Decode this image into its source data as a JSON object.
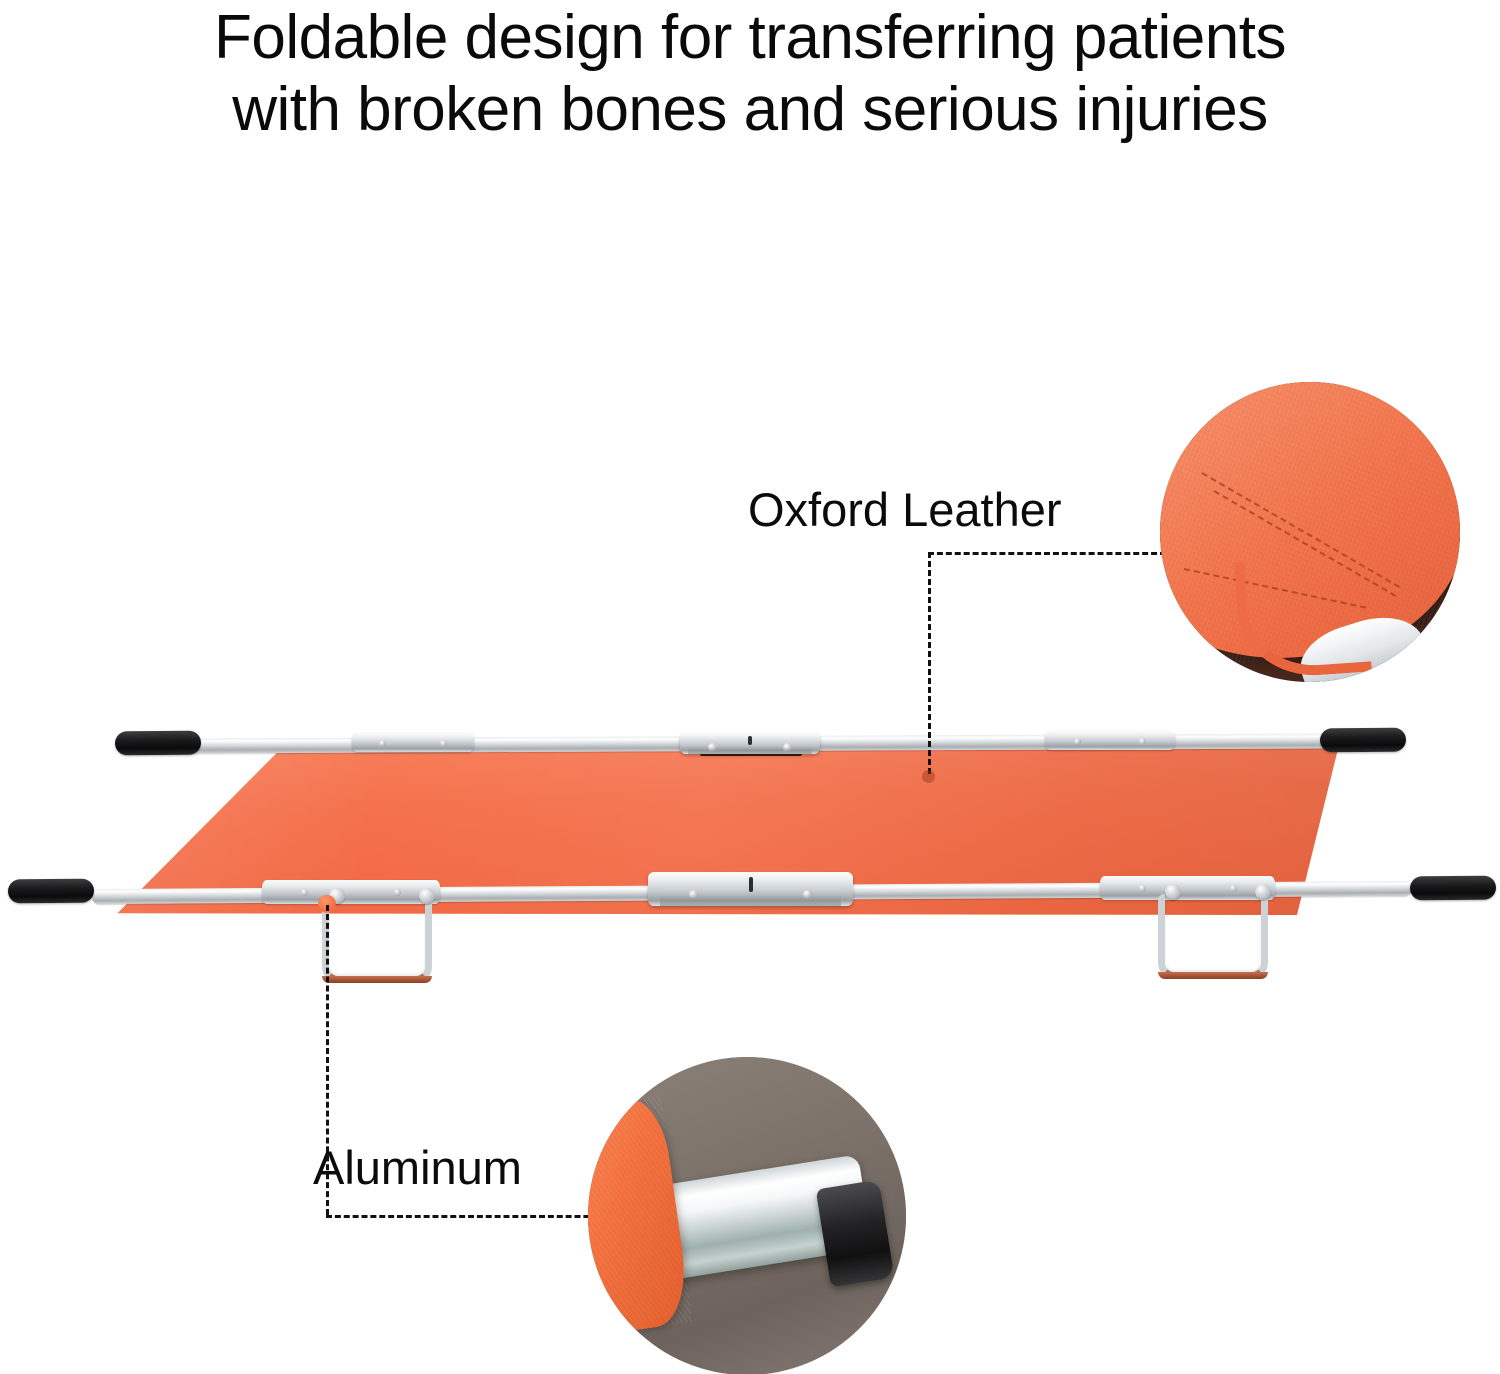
{
  "headline": {
    "text": "Foldable design for transferring patients\nwith broken bones and serious injuries"
  },
  "callouts": [
    {
      "id": "oxford",
      "label": "Oxford Leather",
      "inset_description": "close-up of orange Oxford fabric with stitched hem wrapped over an aluminum pole"
    },
    {
      "id": "aluminum",
      "label": "Aluminum",
      "inset_description": "close-up of polished chrome aluminum tube with black rubber end cap"
    }
  ],
  "product": {
    "name": "foldable-emergency-stretcher",
    "fabric_color": "#f4714c",
    "frame_color": "#d6dadd",
    "grip_color": "#111113",
    "background_color": "#ffffff"
  }
}
